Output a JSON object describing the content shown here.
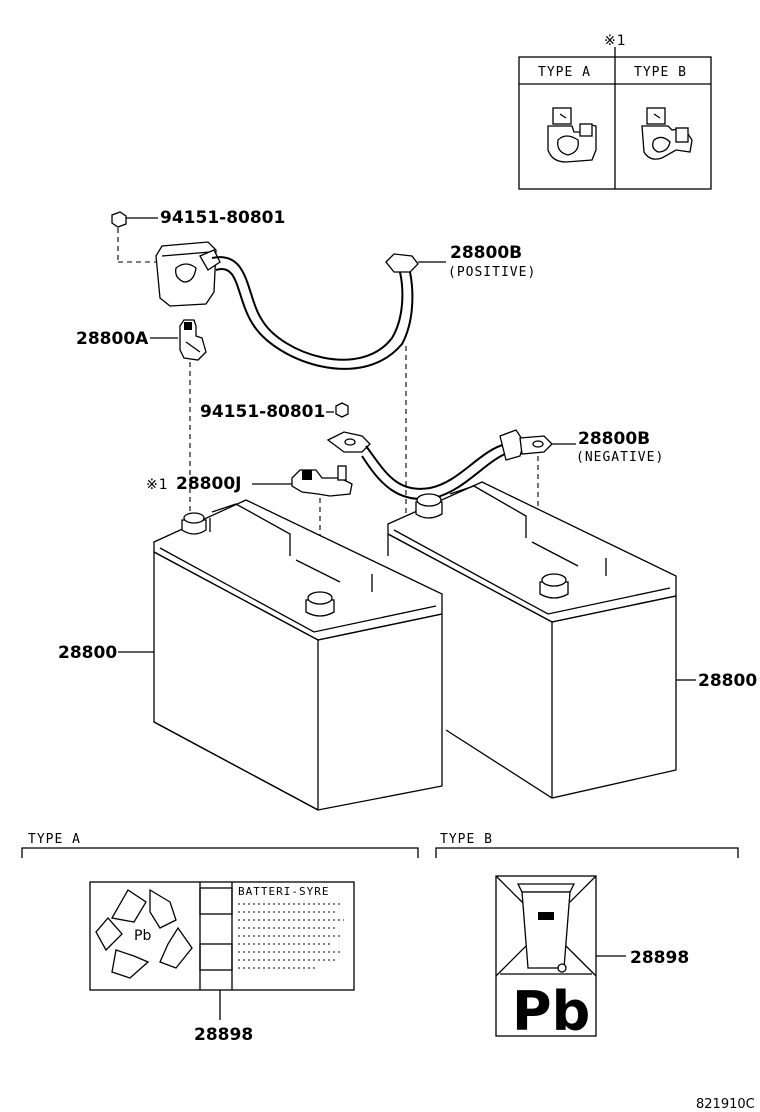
{
  "inset": {
    "marker": "※1",
    "type_a_label": "TYPE A",
    "type_b_label": "TYPE B"
  },
  "parts": {
    "nut_top": "94151-80801",
    "cable_positive": "28800B",
    "cable_positive_note": "(POSITIVE)",
    "clamp_a": "28800A",
    "nut_mid": "94151-80801",
    "cable_negative": "28800B",
    "cable_negative_note": "(NEGATIVE)",
    "clamp_j_marker": "※1",
    "clamp_j": "28800J",
    "battery_left": "28800",
    "battery_right": "28800",
    "label_a": "28898",
    "label_b": "28898"
  },
  "labels": {
    "type_a_label": "TYPE A",
    "type_b_label": "TYPE B",
    "label_a_heading": "BATTERI-SYRE",
    "label_a_symbol": "Pb",
    "label_b_symbol": "Pb"
  },
  "footer": {
    "drawing_code": "821910C"
  }
}
